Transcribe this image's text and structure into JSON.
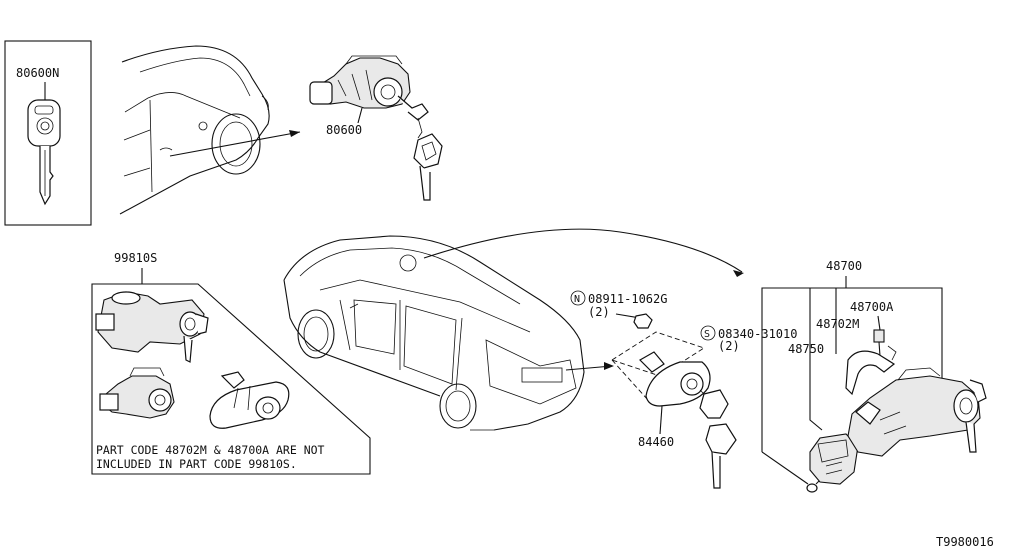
{
  "labels": {
    "key_blank": "80600N",
    "door_cylinder": "80600",
    "lock_set": "99810S",
    "trunk_cylinder": "84460",
    "nut_code": "08911-1062G",
    "nut_qty": "(2)",
    "screw_code": "08340-31010",
    "screw_qty": "(2)",
    "ignition_assy": "48700",
    "ignition_48700a": "48700A",
    "ignition_48702m": "48702M",
    "ignition_48750": "48750",
    "n_symbol": "N",
    "s_symbol": "S"
  },
  "note": {
    "line1": "PART CODE 48702M & 48700A ARE NOT",
    "line2": "INCLUDED IN PART CODE 99810S."
  },
  "footer": {
    "diagram_code": "T9980016"
  }
}
